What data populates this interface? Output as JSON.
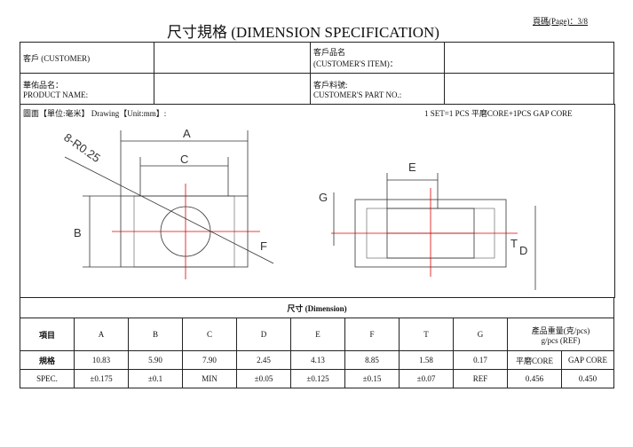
{
  "title": "尺寸規格 (DIMENSION  SPECIFICATION)",
  "page": "頁碼(Page)：3/8",
  "info": {
    "customer": "客戶 (CUSTOMER)",
    "customer_item": "客戶品名",
    "customer_item_en": "(CUSTOMER'S ITEM)：",
    "product_name": "華佑品名：",
    "product_name_en": "PRODUCT  NAME:",
    "customer_part": "客戶料號:",
    "customer_part_en": "CUSTOMER'S PART NO.:"
  },
  "drawing": {
    "label": "圖面【單位:毫米】  Drawing【Unit:mm】:",
    "set": "1 SET=1 PCS 平磨CORE+1PCS GAP CORE",
    "labels": {
      "A": "A",
      "B": "B",
      "C": "C",
      "D": "D",
      "E": "E",
      "F": "F",
      "G": "G",
      "T": "T",
      "R": "8-R0.25"
    }
  },
  "dimension": {
    "title": "尺寸  (Dimension)",
    "headers": [
      "項目",
      "A",
      "B",
      "C",
      "D",
      "E",
      "F",
      "T",
      "G"
    ],
    "weight_header": "產品重量(克/pcs)",
    "weight_header_en": "g/pcs (REF)",
    "spec_label": "規格",
    "values": [
      "10.83",
      "5.90",
      "7.90",
      "2.45",
      "4.13",
      "8.85",
      "1.58",
      "0.17"
    ],
    "core1": "平磨CORE",
    "core2": "GAP CORE",
    "tol_label": "SPEC.",
    "tolerances": [
      "±0.175",
      "±0.1",
      "MIN",
      "±0.05",
      "±0.125",
      "±0.15",
      "±0.07",
      "REF"
    ],
    "w1": "0.456",
    "w2": "0.450"
  }
}
